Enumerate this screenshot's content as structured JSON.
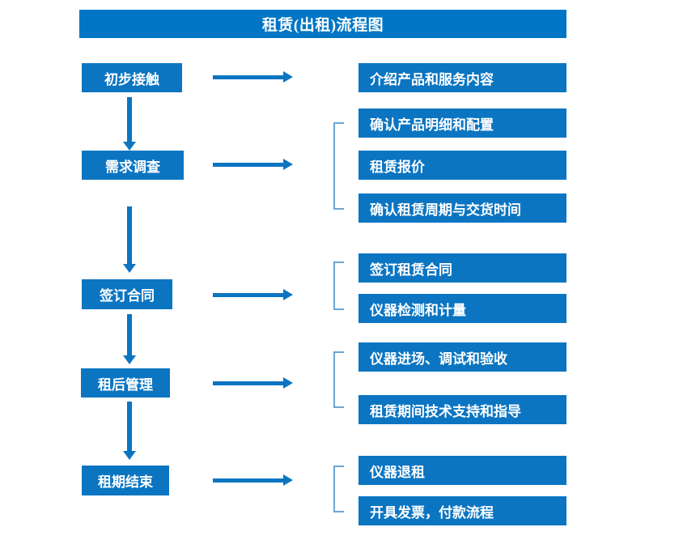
{
  "diagram": {
    "title": "租赁(出租)流程图",
    "colors": {
      "title_bar": "#0075C4",
      "box": "#0B75C2",
      "arrow": "#0B75C2",
      "bracket": "#6BA6D6",
      "box_text": "#FFFFFF",
      "background": "#FFFFFF"
    },
    "stages": [
      {
        "label": "初步接触"
      },
      {
        "label": "需求调查"
      },
      {
        "label": "签订合同"
      },
      {
        "label": "租后管理"
      },
      {
        "label": "租期结束"
      }
    ],
    "details": {
      "group1": [
        {
          "label": "介绍产品和服务内容"
        }
      ],
      "group2": [
        {
          "label": "确认产品明细和配置"
        },
        {
          "label": "租赁报价"
        },
        {
          "label": "确认租赁周期与交货时间"
        }
      ],
      "group3": [
        {
          "label": "签订租赁合同"
        },
        {
          "label": "仪器检测和计量"
        }
      ],
      "group4": [
        {
          "label": "仪器进场、调试和验收"
        },
        {
          "label": "租赁期间技术支持和指导"
        }
      ],
      "group5": [
        {
          "label": "仪器退租"
        },
        {
          "label": "开具发票，付款流程"
        }
      ]
    }
  }
}
